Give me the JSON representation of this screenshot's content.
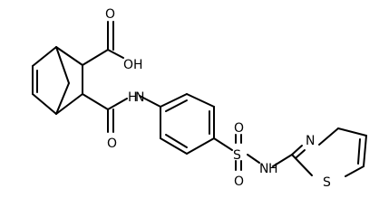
{
  "molecule": {
    "atoms": {
      "carboxyl_oxygen": "O",
      "hydroxyl": "OH",
      "amide_nitrogen": "H",
      "amide_nitrogen_symbol": "N",
      "amide_oxygen": "O",
      "sulfur": "S",
      "sulfonyl_oxygen_top": "O",
      "sulfonyl_oxygen_bottom": "O",
      "sulfonamide_nitrogen": "N",
      "sulfonamide_hydrogen": "H",
      "thiazole_nitrogen": "N",
      "thiazole_sulfur": "S"
    },
    "colors": {
      "bond": "#000000",
      "label": "#000000",
      "background": "#ffffff"
    }
  }
}
